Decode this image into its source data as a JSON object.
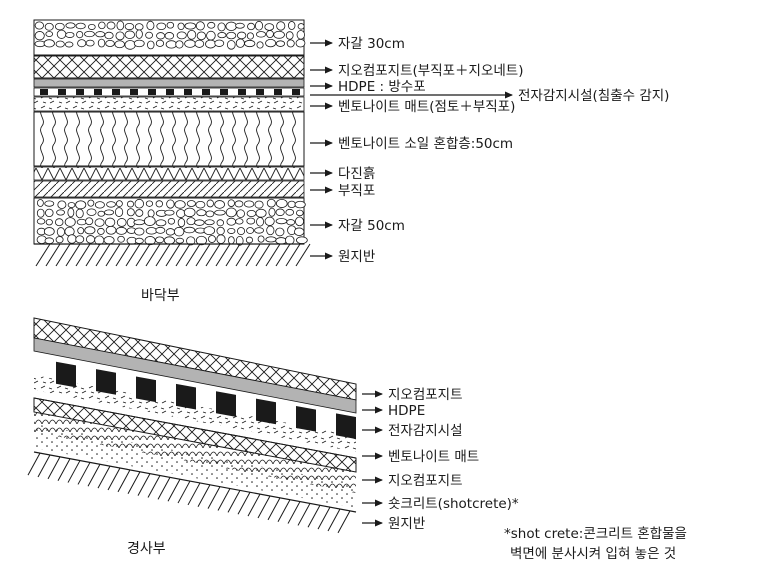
{
  "floor": {
    "caption": "바닥부",
    "labels": [
      "자갈 30cm",
      "지오컴포지트(부직포＋지오네트)",
      "HDPE : 방수포",
      "전자감지시설(침출수 감지)",
      "벤토나이트 매트(점토＋부직포)",
      "벤토나이트 소일 혼합층:50cm",
      "다진흙",
      "부직포",
      "자갈 50cm",
      "원지반"
    ]
  },
  "slope": {
    "caption": "경사부",
    "labels": [
      "지오컴포지트",
      "HDPE",
      "전자감지시설",
      "벤토나이트 매트",
      "지오컴포지트",
      "숏크리트(shotcrete)*",
      "원지반"
    ]
  },
  "footnote": {
    "line1": "*shot crete:콘크리트 혼합물을",
    "line2": "벽면에 분사시켜 입혀 놓은 것"
  },
  "colors": {
    "ink": "#1a1a1a",
    "hdpe_gray": "#b3b3b3",
    "paper": "#ffffff"
  }
}
